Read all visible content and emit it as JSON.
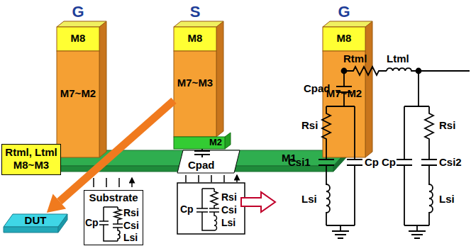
{
  "diagram": {
    "nodes": [
      {
        "text": [
          "G",
          "M8",
          "M7~M2"
        ]
      },
      {
        "text": [
          "S",
          "M8",
          "M7~M3"
        ]
      },
      {
        "text": [
          "M2"
        ]
      },
      {
        "text": [
          "G",
          "M8",
          "M7~M2"
        ]
      },
      {
        "text": [
          "M1"
        ]
      },
      {
        "text": [
          "Rtml, Ltml M8~M3"
        ]
      },
      {
        "text": [
          "DUT"
        ]
      },
      {
        "text": [
          "Substrate"
        ]
      }
    ],
    "edges": [
      {
        "from": 1,
        "to": 6,
        "arrow": "to"
      }
    ],
    "labels": [
      "Cpad",
      "Cp",
      "Rsi",
      "Csi",
      "Lsi",
      "Cp",
      "Rsi",
      "Csi",
      "Lsi",
      "Rtml",
      "Ltml",
      "Cpad",
      "Rsi",
      "Csi1",
      "Lsi",
      "Cp",
      "Cp",
      "Rsi",
      "Csi2",
      "Lsi"
    ]
  }
}
